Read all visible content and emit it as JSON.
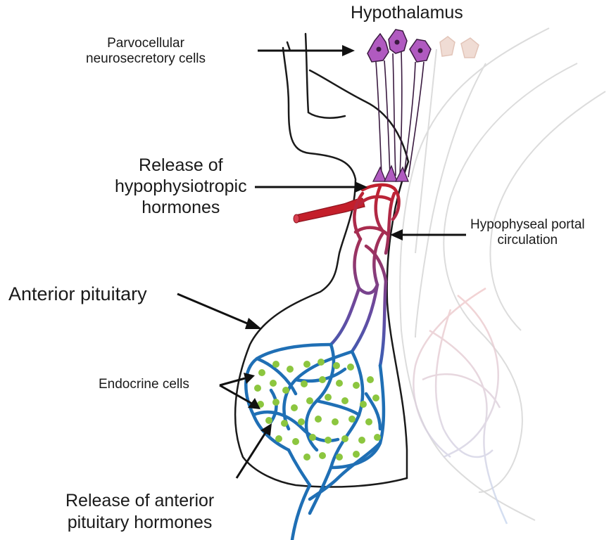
{
  "labels": {
    "hypothalamus": "Hypothalamus",
    "parvocellular": [
      "Parvocellular",
      "neurosecretory cells"
    ],
    "release_hypophysiotropic": [
      "Release of",
      "hypophysiotropic",
      "hormones"
    ],
    "portal": [
      "Hypophyseal portal",
      "circulation"
    ],
    "anterior_pituitary": "Anterior pituitary",
    "endocrine_cells": "Endocrine cells",
    "release_anterior": [
      "Release of anterior",
      "pituitary hormones"
    ]
  },
  "colors": {
    "outline": "#1a1a1a",
    "neuron": "#b05ac0",
    "neuron_faded": "#ecd6cc",
    "artery": "#c41f2a",
    "vessel_top": "#b8203a",
    "vessel_mid": "#6a4aa0",
    "vessel_bottom": "#1f6fb5",
    "endocrine_cell": "#8cc63f",
    "faded_outline": "#d8d8d8"
  }
}
